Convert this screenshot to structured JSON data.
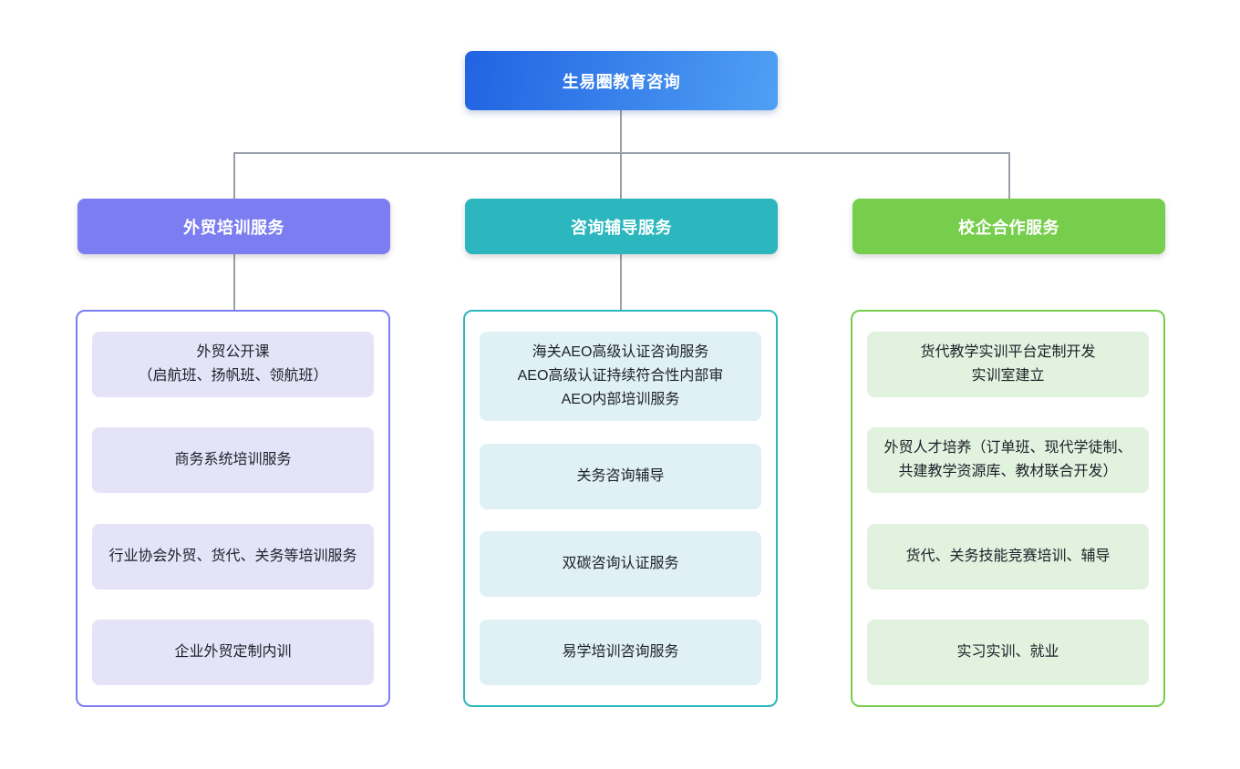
{
  "root": {
    "label": "生易圈教育咨询"
  },
  "colors": {
    "root_gradient_from": "#2163E2",
    "root_gradient_to": "#4FA0F4",
    "branch_1_header": "#7B7DF0",
    "branch_1_item_bg": "#E5E3F8",
    "branch_2_header": "#2BB7BD",
    "branch_2_item_bg": "#DFF1F4",
    "branch_3_header": "#76CE4C",
    "branch_3_item_bg": "#E1F2DE",
    "connector": "#99A0A9",
    "node_text": "#FFFFFF",
    "item_text": "#1D2129"
  },
  "branches": [
    {
      "label": "外贸培训服务",
      "items": [
        "外贸公开课\n（启航班、扬帆班、领航班）",
        "商务系统培训服务",
        "行业协会外贸、货代、关务等培训服务",
        "企业外贸定制内训"
      ]
    },
    {
      "label": "咨询辅导服务",
      "items": [
        "海关AEO高级认证咨询服务\nAEO高级认证持续符合性内部审\nAEO内部培训服务",
        "关务咨询辅导",
        "双碳咨询认证服务",
        "易学培训咨询服务"
      ]
    },
    {
      "label": "校企合作服务",
      "items": [
        "货代教学实训平台定制开发\n实训室建立",
        "外贸人才培养（订单班、现代学徒制、共建教学资源库、教材联合开发）",
        "货代、关务技能竞赛培训、辅导",
        "实习实训、就业"
      ]
    }
  ]
}
